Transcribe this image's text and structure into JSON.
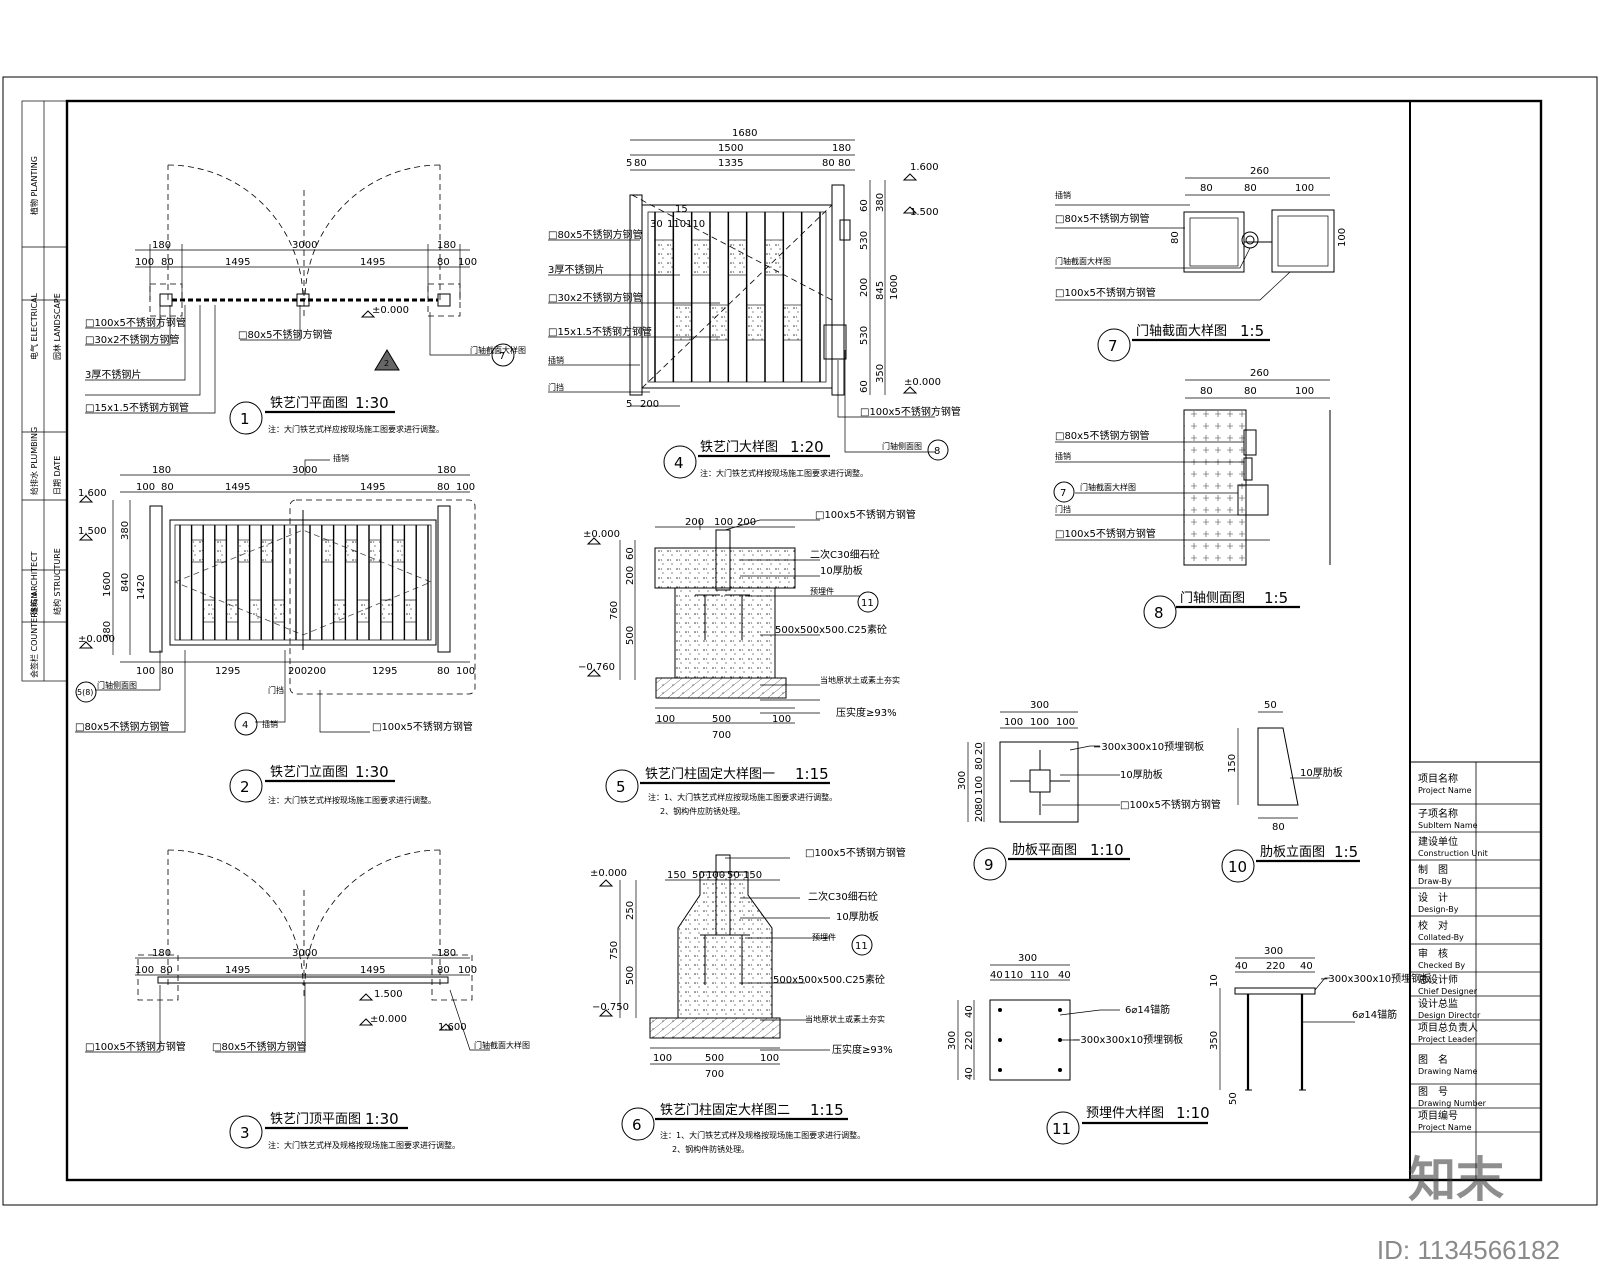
{
  "drawing": {
    "views": [
      {
        "num": "1",
        "title": "铁艺门平面图",
        "scale": "1:30",
        "note": "注：大门铁艺式样应按现场施工图要求进行调整。"
      },
      {
        "num": "2",
        "title": "铁艺门立面图",
        "scale": "1:30",
        "note": "注：大门铁艺式样按现场施工图要求进行调整。"
      },
      {
        "num": "3",
        "title": "铁艺门顶平面图",
        "scale": "1:30",
        "note": "注：大门铁艺式样及规格按现场施工图要求进行调整。"
      },
      {
        "num": "4",
        "title": "铁艺门大样图",
        "scale": "1:20",
        "note": "注：大门铁艺式样按现场施工图要求进行调整。"
      },
      {
        "num": "5",
        "title": "铁艺门柱固定大样图一",
        "scale": "1:15",
        "note": "注：1、大门铁艺式样应按现场施工图要求进行调整。",
        "note2": "2、钢构件应防锈处理。"
      },
      {
        "num": "6",
        "title": "铁艺门柱固定大样图二",
        "scale": "1:15",
        "note": "注：1、大门铁艺式样及规格按现场施工图要求进行调整。",
        "note2": "2、钢构件防锈处理。"
      },
      {
        "num": "7",
        "title": "门轴截面大样图",
        "scale": "1:5"
      },
      {
        "num": "8",
        "title": "门轴侧面图",
        "scale": "1:5"
      },
      {
        "num": "9",
        "title": "肋板平面图",
        "scale": "1:10"
      },
      {
        "num": "10",
        "title": "肋板立面图",
        "scale": "1:5"
      },
      {
        "num": "11",
        "title": "预埋件大样图",
        "scale": "1:10"
      }
    ],
    "dims": {
      "d3000": "3000",
      "d1495": "1495",
      "d180": "180",
      "d100": "100",
      "d80": "80",
      "d1295": "1295",
      "d200": "200",
      "d1680": "1680",
      "d1500": "1500",
      "d1335": "1335",
      "d5": "5",
      "d15": "15",
      "d30": "30",
      "d110": "110",
      "d380": "380",
      "d530": "530",
      "d845": "845",
      "d1600": "1600",
      "d350": "350",
      "d60": "60",
      "d840": "840",
      "d1420": "1420",
      "d260": "260",
      "d300": "300",
      "d500": "500",
      "d700": "700",
      "d760": "760",
      "d750": "750",
      "d250": "250",
      "d150": "150",
      "d50": "50",
      "d220": "220",
      "d40": "40",
      "d10": "10",
      "d20": "20"
    },
    "levels": {
      "l0": "±0.000",
      "l1600": "1.600",
      "l1500": "1.500",
      "lm760": "−0.760",
      "lm750": "−0.750"
    },
    "labels": {
      "p100": "□100x5不锈钢方钢管",
      "p80": "□80x5不锈钢方钢管",
      "p30": "□30x2不锈钢方钢管",
      "p3": "3厚不锈钢片",
      "p15": "□15x1.5不锈钢方钢管",
      "c30": "二次C30细石砼",
      "rib10": "10厚肋板",
      "emb": "预埋件",
      "found": "500x500x500.C25素砼",
      "base": "当地原状土或素土夯实",
      "comp": "压实度≥93%",
      "plate": "−300x300x10预埋钢板",
      "bolt": "6⌀14锚筋",
      "rib": "10厚肋板",
      "hinge": "门轴截面大样图",
      "side": "门轴侧面图",
      "lock": "插销",
      "stopper": "门挡"
    },
    "title_block": {
      "rows": [
        {
          "cn": "项目名称",
          "en": "Project Name"
        },
        {
          "cn": "子项名称",
          "en": "SubItem Name"
        },
        {
          "cn": "建设单位",
          "en": "Construction Unit"
        },
        {
          "cn": "制　图",
          "en": "Draw-By"
        },
        {
          "cn": "设　计",
          "en": "Design-By"
        },
        {
          "cn": "校　对",
          "en": "Collated-By"
        },
        {
          "cn": "审　核",
          "en": "Checked By"
        },
        {
          "cn": "总设计师",
          "en": "Chief Designer"
        },
        {
          "cn": "设计总监",
          "en": "Design Director"
        },
        {
          "cn": "项目总负责人",
          "en": "Project Leader"
        },
        {
          "cn": "图　名",
          "en": "Drawing Name"
        },
        {
          "cn": "图　号",
          "en": "Drawing Number"
        },
        {
          "cn": "项目编号",
          "en": "Project Name"
        }
      ],
      "left_strip": [
        "植物 PLANTING",
        "园林 LANDSCAPE",
        "电气 ELECTRICAL",
        "给排水 PLUMBING",
        "结构 STRUCTURE",
        "建筑 ARCHITECT",
        "日期 DATE",
        "会签栏 COUNTERSIGN"
      ]
    }
  },
  "watermark": {
    "id": "ID: 1134566182",
    "logo": "知末"
  }
}
